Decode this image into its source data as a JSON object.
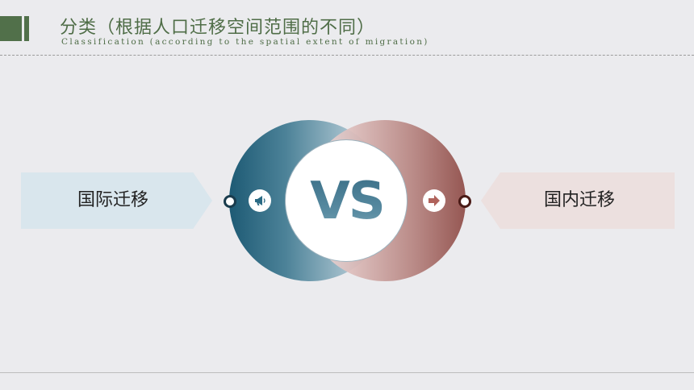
{
  "header": {
    "title": "分类（根据人口迁移空间范围的不同）",
    "subtitle": "Classification (according to the spatial extent of migration)"
  },
  "comparison": {
    "left_label": "国际迁移",
    "center_text": "VS",
    "right_label": "国内迁移",
    "left_icon": "megaphone-icon",
    "right_icon": "arrow-right-icon"
  },
  "colors": {
    "accent_green": "#51704a",
    "left_teal": "#1d5a74",
    "right_maroon": "#8e4a45",
    "left_box": "#d9e6ed",
    "right_box": "#ece0df"
  }
}
